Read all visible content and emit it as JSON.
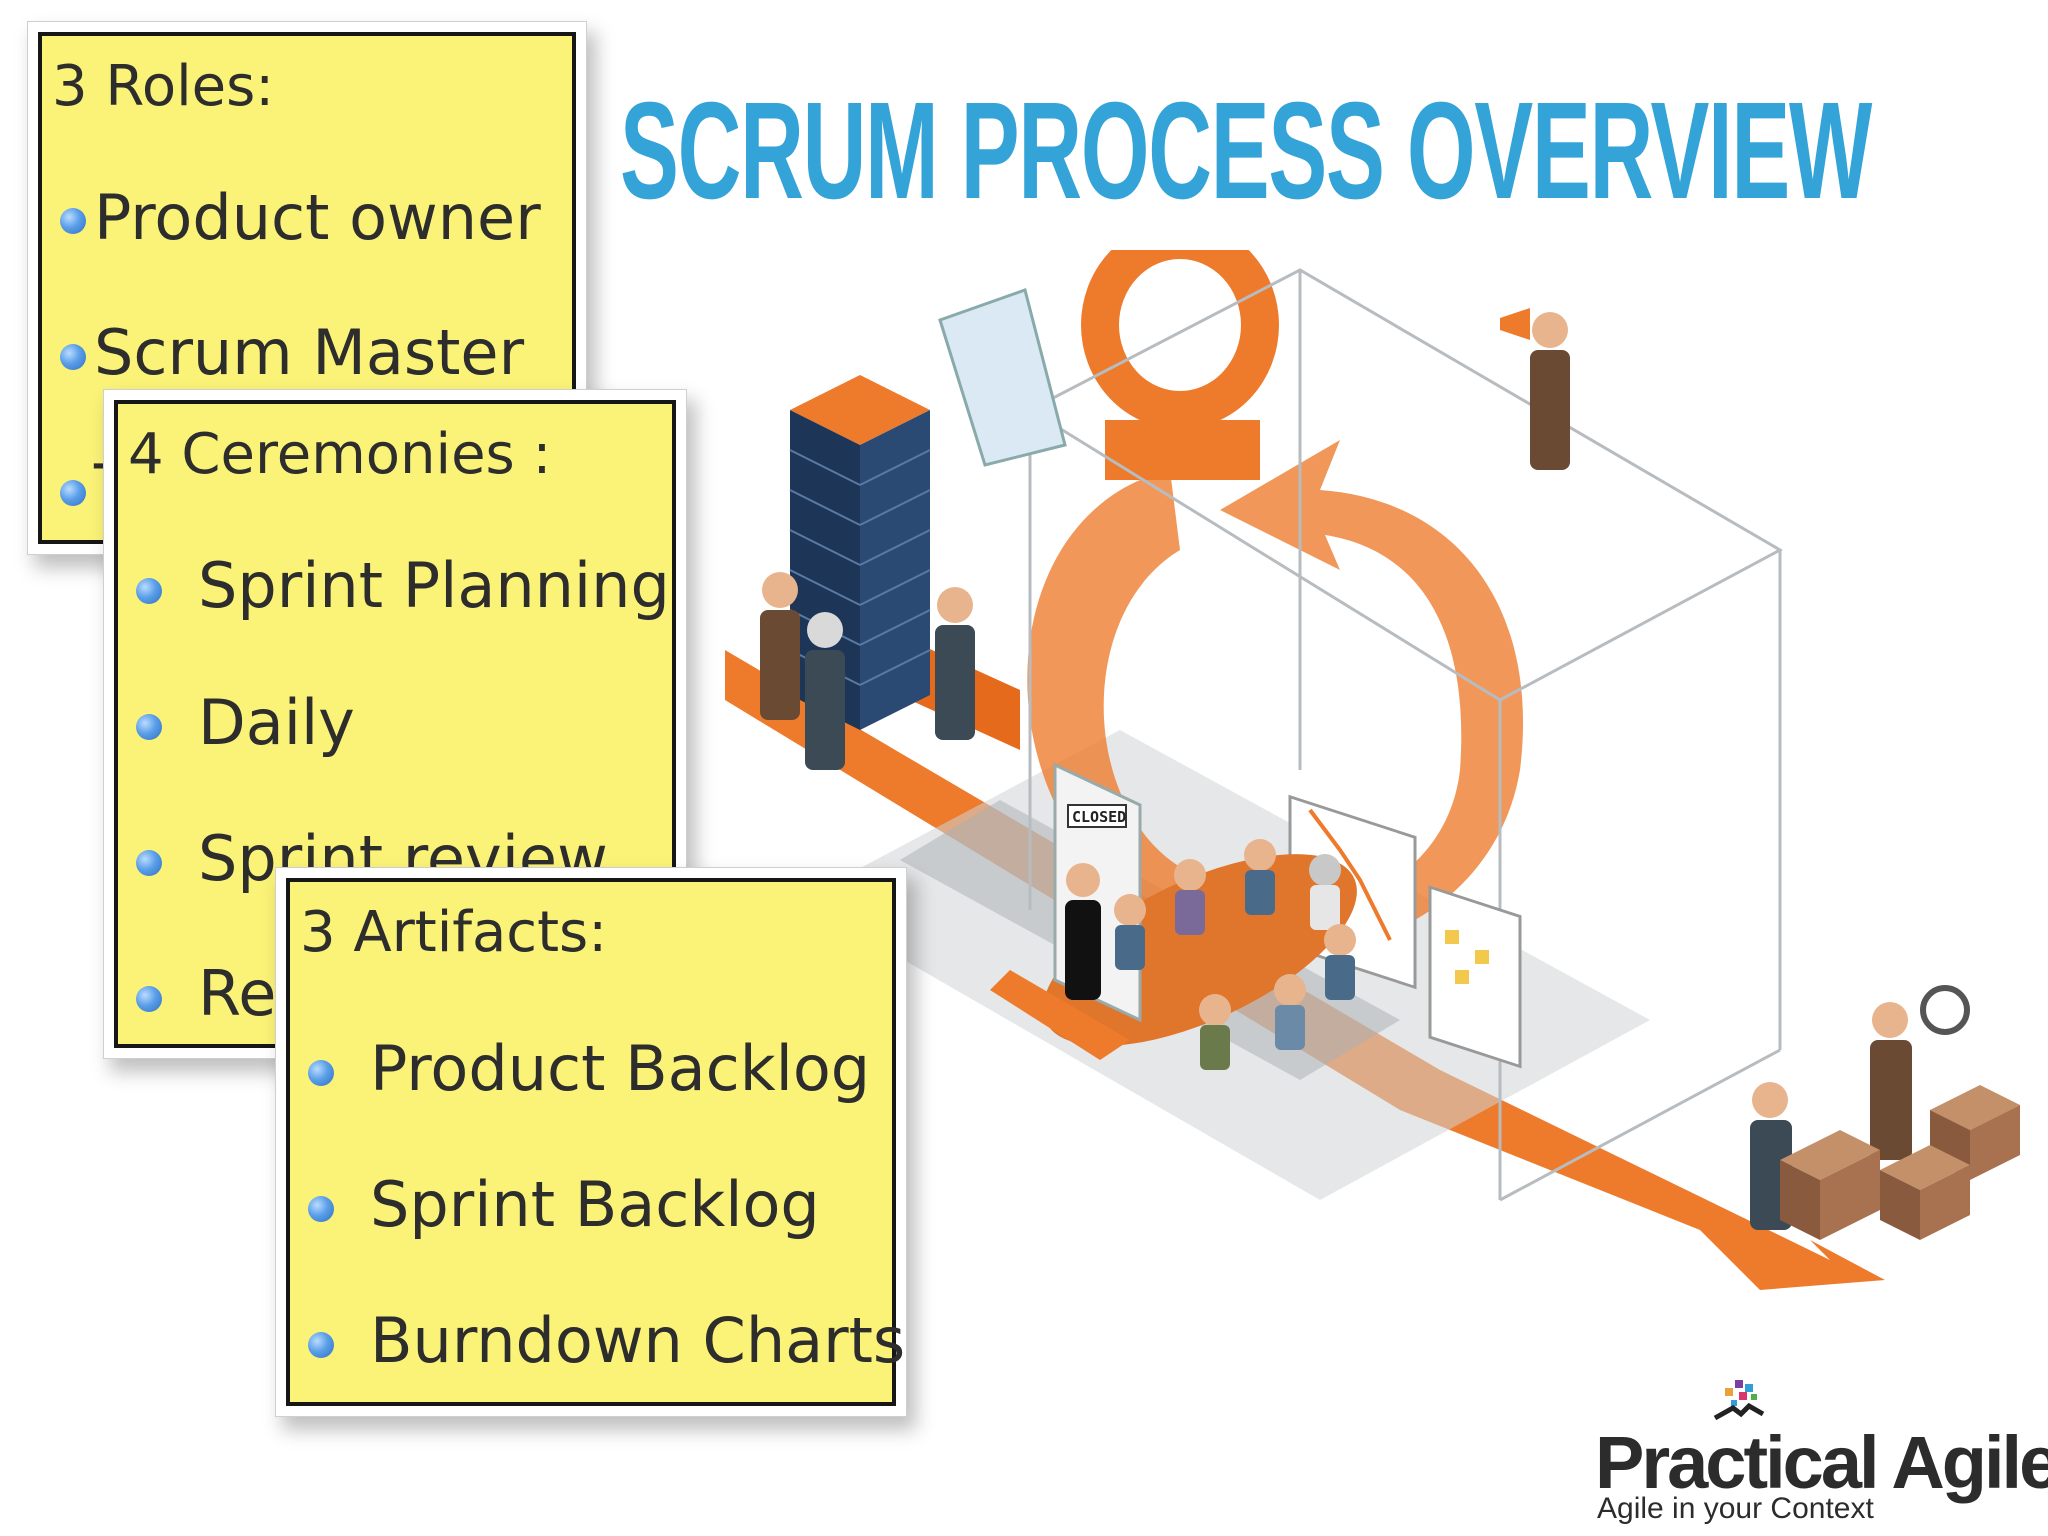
{
  "title": "SCRUM PROCESS OVERVIEW",
  "roles_note": {
    "heading": "3 Roles:",
    "items": [
      "Product owner",
      "Scrum Master",
      "T"
    ]
  },
  "ceremonies_note": {
    "heading": "4 Ceremonies :",
    "items": [
      "Sprint Planning",
      "Daily",
      "Sprint review",
      "Ret"
    ]
  },
  "artifacts_note": {
    "heading": "3 Artifacts:",
    "items": [
      "Product Backlog",
      "Sprint Backlog",
      "Burndown Charts"
    ]
  },
  "illustration": {
    "door_sign": "CLOSED"
  },
  "logo": {
    "name": "Practical Agile",
    "tagline": "Agile in your Context"
  },
  "colors": {
    "title": "#34a3d8",
    "note": "#fbf377",
    "arrow": "#ee7a2b",
    "backlog_stack": "#1d3557"
  }
}
